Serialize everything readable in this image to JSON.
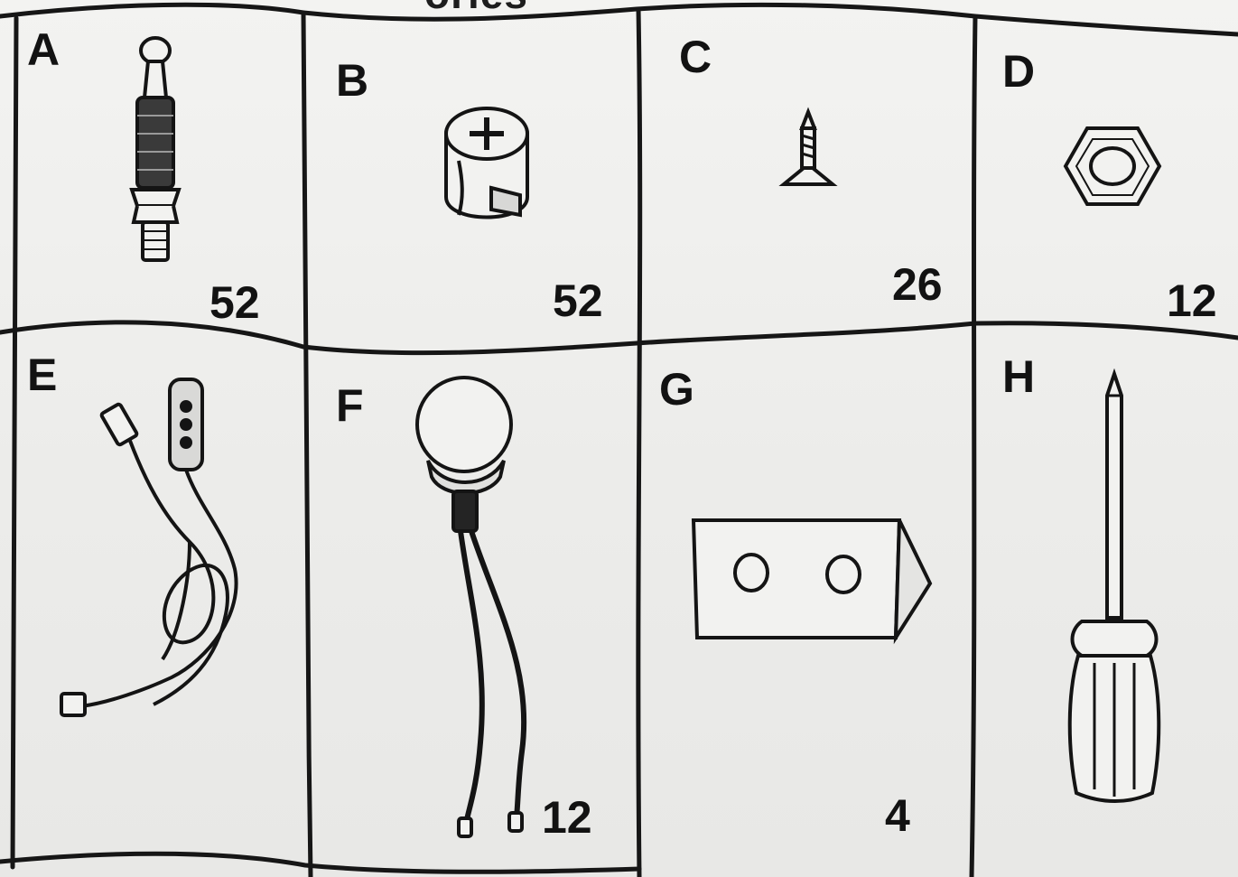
{
  "header": {
    "title_fragment": "ories"
  },
  "parts": [
    {
      "letter": "A",
      "quantity": "52",
      "icon": "cam-dowel-bolt"
    },
    {
      "letter": "B",
      "quantity": "52",
      "icon": "cam-lock-nut"
    },
    {
      "letter": "C",
      "quantity": "26",
      "icon": "wood-screw"
    },
    {
      "letter": "D",
      "quantity": "12",
      "icon": "hex-nut"
    },
    {
      "letter": "E",
      "quantity": "",
      "icon": "usb-cable-with-switch"
    },
    {
      "letter": "F",
      "quantity": "12",
      "icon": "led-bulb-with-wires"
    },
    {
      "letter": "G",
      "quantity": "4",
      "icon": "corner-bracket"
    },
    {
      "letter": "H",
      "quantity": "",
      "icon": "screwdriver"
    }
  ]
}
